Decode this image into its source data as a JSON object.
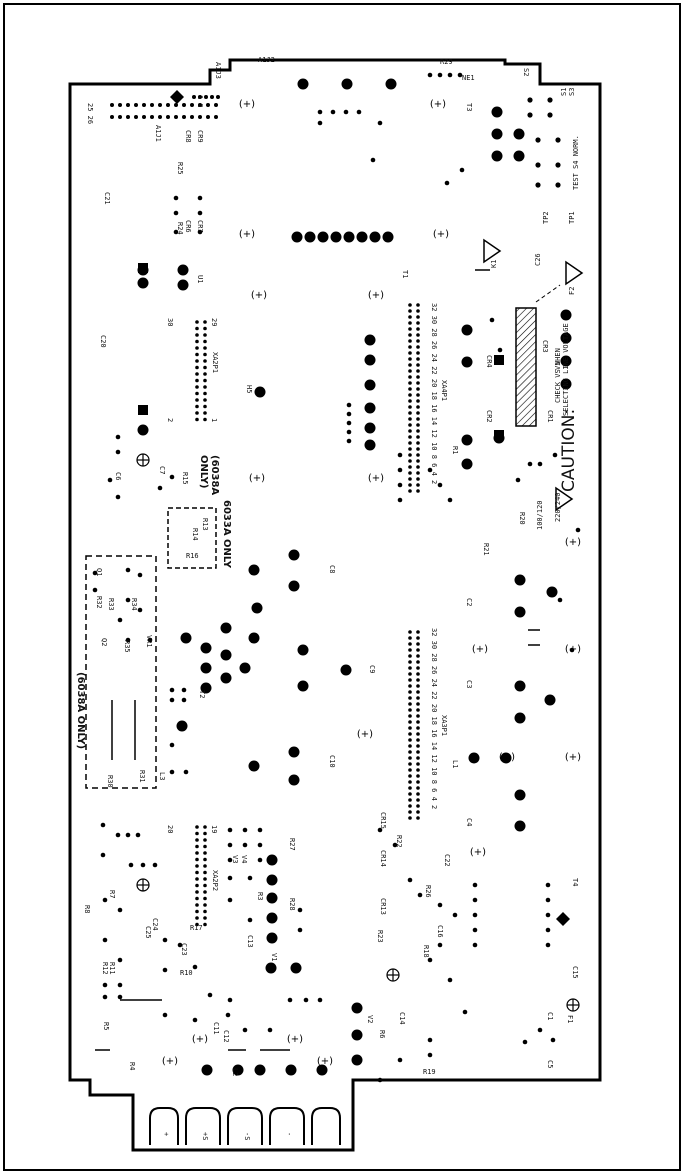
{
  "diagram": {
    "notes": {
      "caution_title": "CAUTION:",
      "caution_line1": "CHECK VS WHEN",
      "caution_line2": "SELECTING LINE VOLTAGE",
      "only_6038a_a": "(6038A ONLY)",
      "only_6038a_b": "(6038A",
      "only_6038a_c": "ONLY)",
      "only_6033a": "6033A ONLY",
      "test_norm": "TEST S4 NORM.",
      "voltage_100_120": "100/120",
      "voltage_220_240": "220/240"
    },
    "connectors": {
      "a1j1": "A1J1",
      "a1j2": "A1J2",
      "a1j3": "A1J3",
      "xa2p1": "XA2P1",
      "xa2p2": "XA2P2",
      "xa4p1": "XA4P1",
      "xa3p1": "XA3P1",
      "pins_a": "32 30 28 26 24 22 20 18 16 14 12 10 8 6 4 2",
      "pins_b": "32 30 28 26 24 22 20 18 16 14 12 10 8 6 4 2",
      "pin_1_2": "1 2",
      "pin_25_26": "25 26",
      "pin_29": "29",
      "pin_30": "30",
      "pin_1": "1",
      "pin_2": "2",
      "pin_19": "19",
      "pin_20": "20"
    },
    "components": [
      "R29",
      "NE1",
      "S2",
      "T3",
      "S1",
      "S3",
      "K1",
      "TP2",
      "TP1",
      "C26",
      "F2",
      "T1",
      "CR4",
      "CR3",
      "CR1",
      "CR2",
      "V5",
      "R1",
      "R20",
      "R21",
      "C2",
      "C3",
      "L1",
      "C4",
      "C22",
      "T4",
      "C15",
      "C1",
      "F1",
      "C5",
      "C21",
      "CR9",
      "CR8",
      "R25",
      "CR7",
      "CR6",
      "R24",
      "U1",
      "C20",
      "H5",
      "C6",
      "C7",
      "R15",
      "R14",
      "R13",
      "R16",
      "C8",
      "C9",
      "C10",
      "T2",
      "R32",
      "Q1",
      "R33",
      "R34",
      "Q2",
      "VR1",
      "R31",
      "R30",
      "L3",
      "R35",
      "R27",
      "R28",
      "R3",
      "C13",
      "R17",
      "C23",
      "C24",
      "C25",
      "R8",
      "R7",
      "R12",
      "R11",
      "R10",
      "R5",
      "R4",
      "C11",
      "C12",
      "L2",
      "V2",
      "R6",
      "C14",
      "R19",
      "R22",
      "R23",
      "CR15",
      "CR14",
      "CR13",
      "C16",
      "R18",
      "R26",
      "V1",
      "V3",
      "V4"
    ],
    "edge_terminals": [
      "+",
      "+S",
      "-S",
      "-"
    ]
  }
}
